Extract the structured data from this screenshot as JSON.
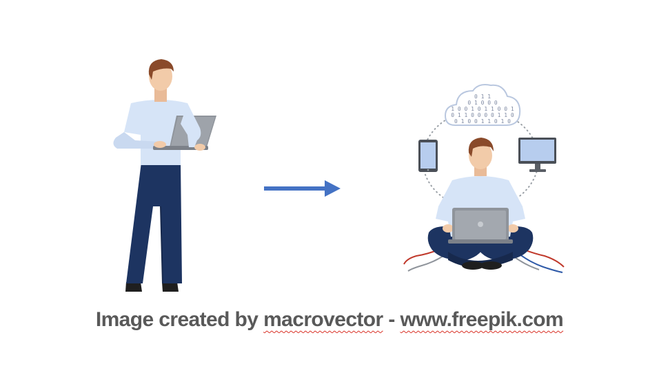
{
  "caption": {
    "prefix": "Image created by ",
    "author": "macrovector",
    "separator": " - ",
    "source": "www.freepik.com"
  },
  "cloud_binary": {
    "line1": "0 1 1",
    "line2": "0 1 0 0 0",
    "line3": "1 0 0 1 0 1 1 0 0 1",
    "line4": "0 1 1 0 0 0 0 1 1 0",
    "line5": "0 1 0 0 1 1 0 1 0"
  },
  "colors": {
    "shirt": "#d6e4f7",
    "pants": "#1d3461",
    "skin": "#f2cba9",
    "hair": "#8a4a2a",
    "arrow": "#4472c4",
    "laptop": "#8f949b",
    "caption": "#595959"
  },
  "icons": [
    "standing-person-icon",
    "arrow-right-icon",
    "cloud-icon",
    "tablet-icon",
    "monitor-icon",
    "sitting-person-icon",
    "laptop-icon"
  ]
}
